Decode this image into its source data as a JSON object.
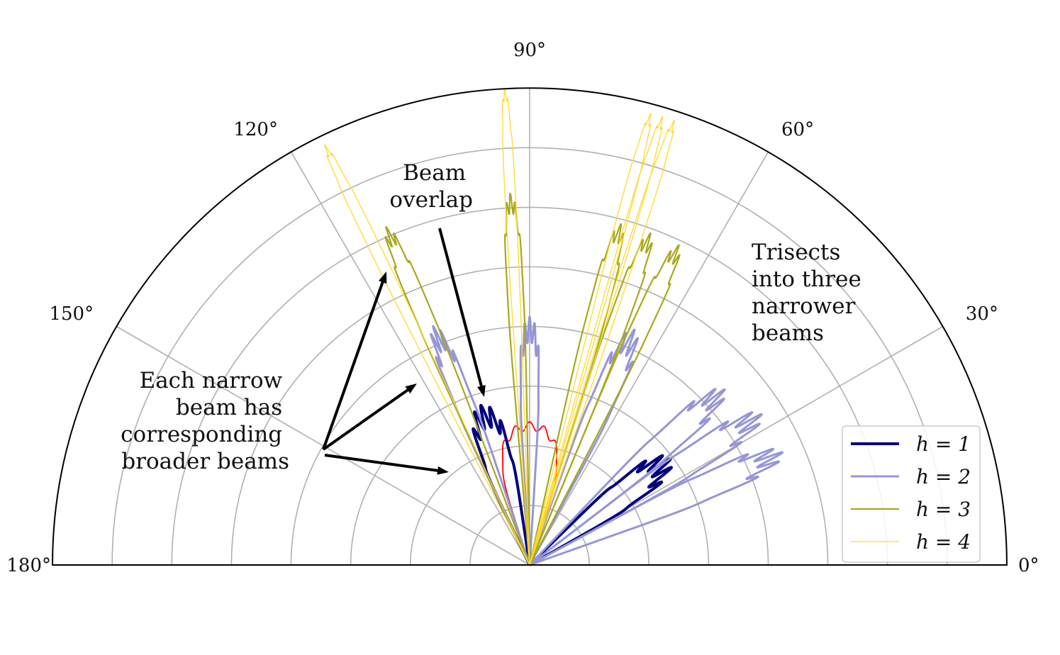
{
  "chart_data": {
    "type": "polar-line",
    "angle_range_deg": [
      0,
      180
    ],
    "r_max": 1.0,
    "r_grid": [
      0.125,
      0.25,
      0.375,
      0.5,
      0.625,
      0.75,
      0.875
    ],
    "theta_ticks": [
      {
        "deg": 0,
        "label": "0°"
      },
      {
        "deg": 30,
        "label": "30°"
      },
      {
        "deg": 60,
        "label": "60°"
      },
      {
        "deg": 90,
        "label": "90°"
      },
      {
        "deg": 120,
        "label": "120°"
      },
      {
        "deg": 150,
        "label": "150°"
      },
      {
        "deg": 180,
        "label": "180°"
      }
    ],
    "grid": true,
    "legend_position": "bottom-right",
    "legend": [
      {
        "label": "h = 1",
        "color": "#000080",
        "width": 4
      },
      {
        "label": "h = 2",
        "color": "#9696d6",
        "width": 3
      },
      {
        "label": "h = 3",
        "color": "#a8a820",
        "width": 2.2
      },
      {
        "label": "h = 4",
        "color": "#ffd92a",
        "width": 1.3
      }
    ],
    "series": [
      {
        "name": "",
        "color": "#ff0000",
        "width": 1.8,
        "lobes": [
          {
            "center_deg": 90,
            "width_deg": 36,
            "peak": 0.3,
            "ripple": 0.06
          }
        ]
      },
      {
        "name": "h = 1",
        "color": "#000080",
        "width": 4,
        "lobes": [
          {
            "center_deg": 37,
            "width_deg": 15,
            "peak": 0.37,
            "ripple": 0.14
          },
          {
            "center_deg": 107,
            "width_deg": 17,
            "peak": 0.35,
            "ripple": 0.14
          }
        ]
      },
      {
        "name": "h = 2",
        "color": "#9696d6",
        "width": 3,
        "lobes": [
          {
            "center_deg": 24,
            "width_deg": 9,
            "peak": 0.58,
            "ripple": 0.1
          },
          {
            "center_deg": 33,
            "width_deg": 9,
            "peak": 0.58,
            "ripple": 0.1
          },
          {
            "center_deg": 42,
            "width_deg": 9,
            "peak": 0.55,
            "ripple": 0.1
          },
          {
            "center_deg": 66,
            "width_deg": 9,
            "peak": 0.54,
            "ripple": 0.1
          },
          {
            "center_deg": 90,
            "width_deg": 7,
            "peak": 0.52,
            "ripple": 0.1
          },
          {
            "center_deg": 112,
            "width_deg": 7,
            "peak": 0.54,
            "ripple": 0.1
          }
        ]
      },
      {
        "name": "h = 3",
        "color": "#a8a820",
        "width": 2.2,
        "lobes": [
          {
            "center_deg": 65,
            "width_deg": 5,
            "peak": 0.74,
            "ripple": 0.05
          },
          {
            "center_deg": 70,
            "width_deg": 5,
            "peak": 0.74,
            "ripple": 0.05
          },
          {
            "center_deg": 75,
            "width_deg": 5,
            "peak": 0.74,
            "ripple": 0.05
          },
          {
            "center_deg": 93,
            "width_deg": 4,
            "peak": 0.78,
            "ripple": 0.05
          },
          {
            "center_deg": 113,
            "width_deg": 4.5,
            "peak": 0.77,
            "ripple": 0.05
          }
        ]
      },
      {
        "name": "h = 4",
        "color": "#ffd92a",
        "width": 1.3,
        "lobes": [
          {
            "center_deg": 72,
            "width_deg": 2.2,
            "peak": 0.98,
            "ripple": 0.02
          },
          {
            "center_deg": 73.5,
            "width_deg": 2.2,
            "peak": 0.98,
            "ripple": 0.02
          },
          {
            "center_deg": 75,
            "width_deg": 2.2,
            "peak": 0.98,
            "ripple": 0.02
          },
          {
            "center_deg": 93,
            "width_deg": 2,
            "peak": 1.0,
            "ripple": 0.02
          },
          {
            "center_deg": 116,
            "width_deg": 2.2,
            "peak": 0.98,
            "ripple": 0.02
          }
        ]
      }
    ],
    "annotations": [
      {
        "lines": [
          "Beam",
          "overlap"
        ],
        "align": "end"
      },
      {
        "lines": [
          "Trisects",
          "into three",
          "narrower",
          "beams"
        ],
        "align": "start"
      },
      {
        "lines": [
          "Each narrow",
          "beam has",
          "corresponding",
          "broader beams"
        ],
        "align": "end"
      }
    ]
  }
}
